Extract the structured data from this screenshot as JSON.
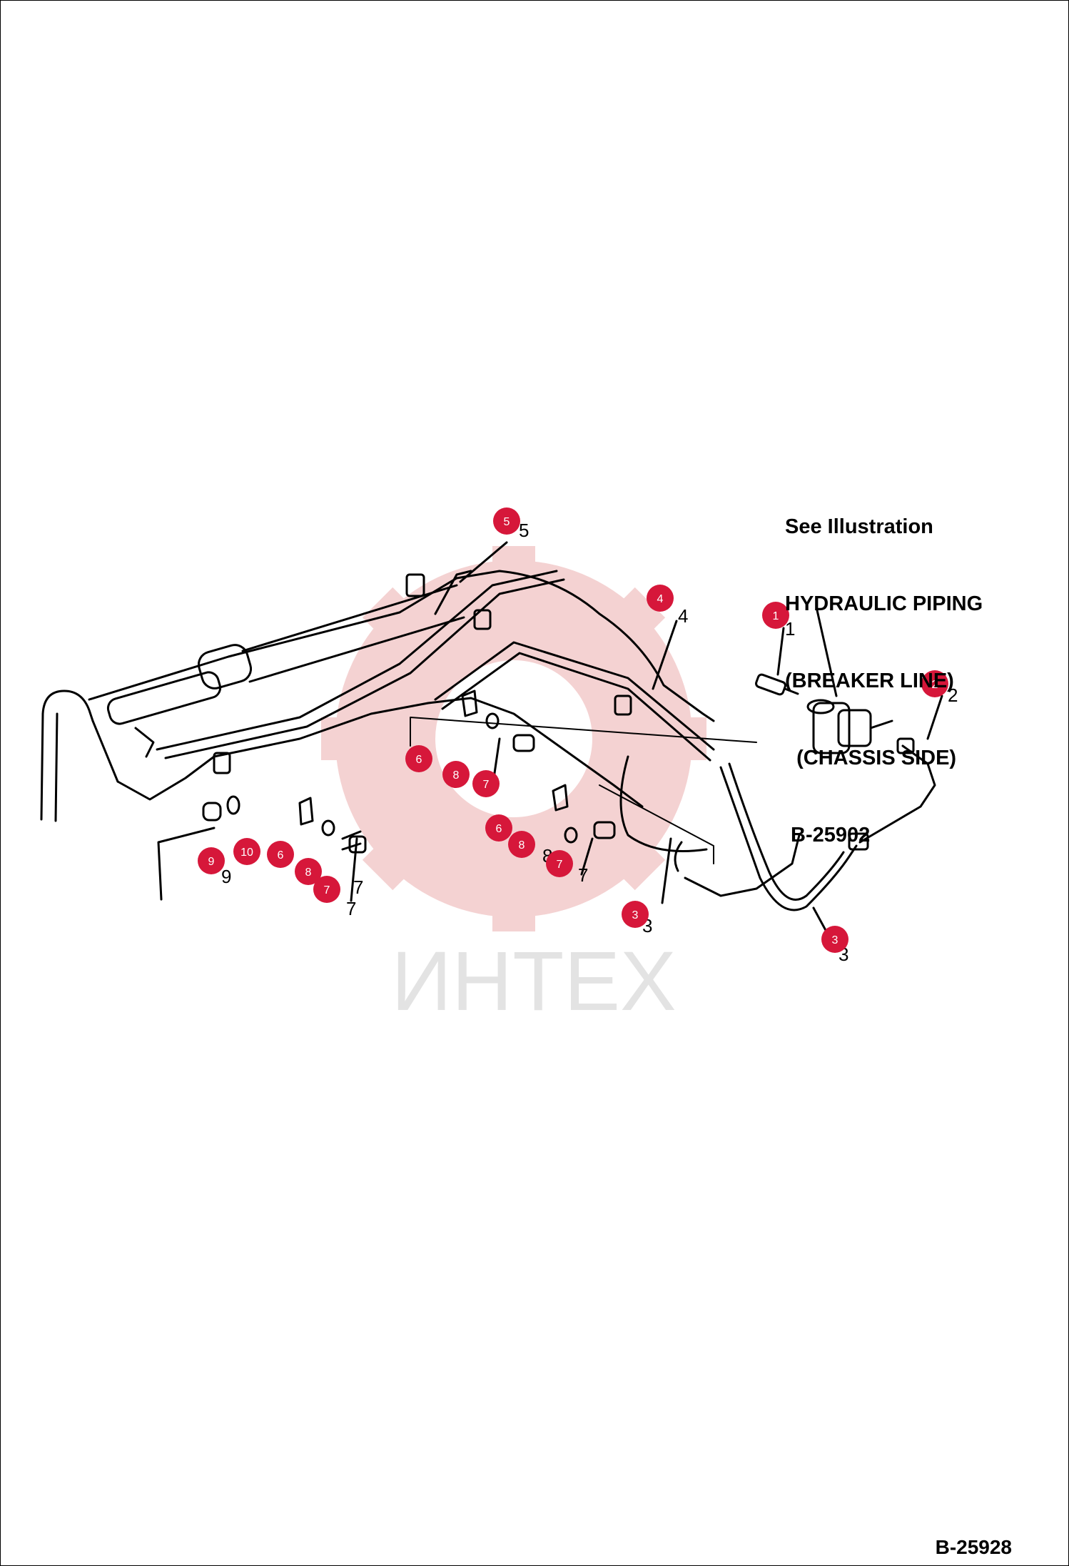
{
  "note": {
    "lines": [
      "See Illustration",
      "HYDRAULIC PIPING",
      "(BREAKER LINE)",
      "  (CHASSIS SIDE)",
      " B-25902"
    ]
  },
  "figure_ref": "B-25928",
  "watermark": {
    "text": "ИНТЕХ",
    "color": "#f2c9c9"
  },
  "callout_color": "#d6173a",
  "callouts": [
    {
      "label": "5"
    },
    {
      "label": "4"
    },
    {
      "label": "1"
    },
    {
      "label": "2"
    },
    {
      "label": "6"
    },
    {
      "label": "8"
    },
    {
      "label": "7"
    },
    {
      "label": "6"
    },
    {
      "label": "8"
    },
    {
      "label": "7"
    },
    {
      "label": "9"
    },
    {
      "label": "10"
    },
    {
      "label": "6"
    },
    {
      "label": "8"
    },
    {
      "label": "7"
    },
    {
      "label": "3"
    },
    {
      "label": "3"
    }
  ],
  "part_numbers": [
    {
      "label": "5"
    },
    {
      "label": "4"
    },
    {
      "label": "1"
    },
    {
      "label": "2"
    },
    {
      "label": "7"
    },
    {
      "label": "8"
    },
    {
      "label": "7"
    },
    {
      "label": "9"
    },
    {
      "label": "7"
    },
    {
      "label": "3"
    },
    {
      "label": "3"
    }
  ]
}
